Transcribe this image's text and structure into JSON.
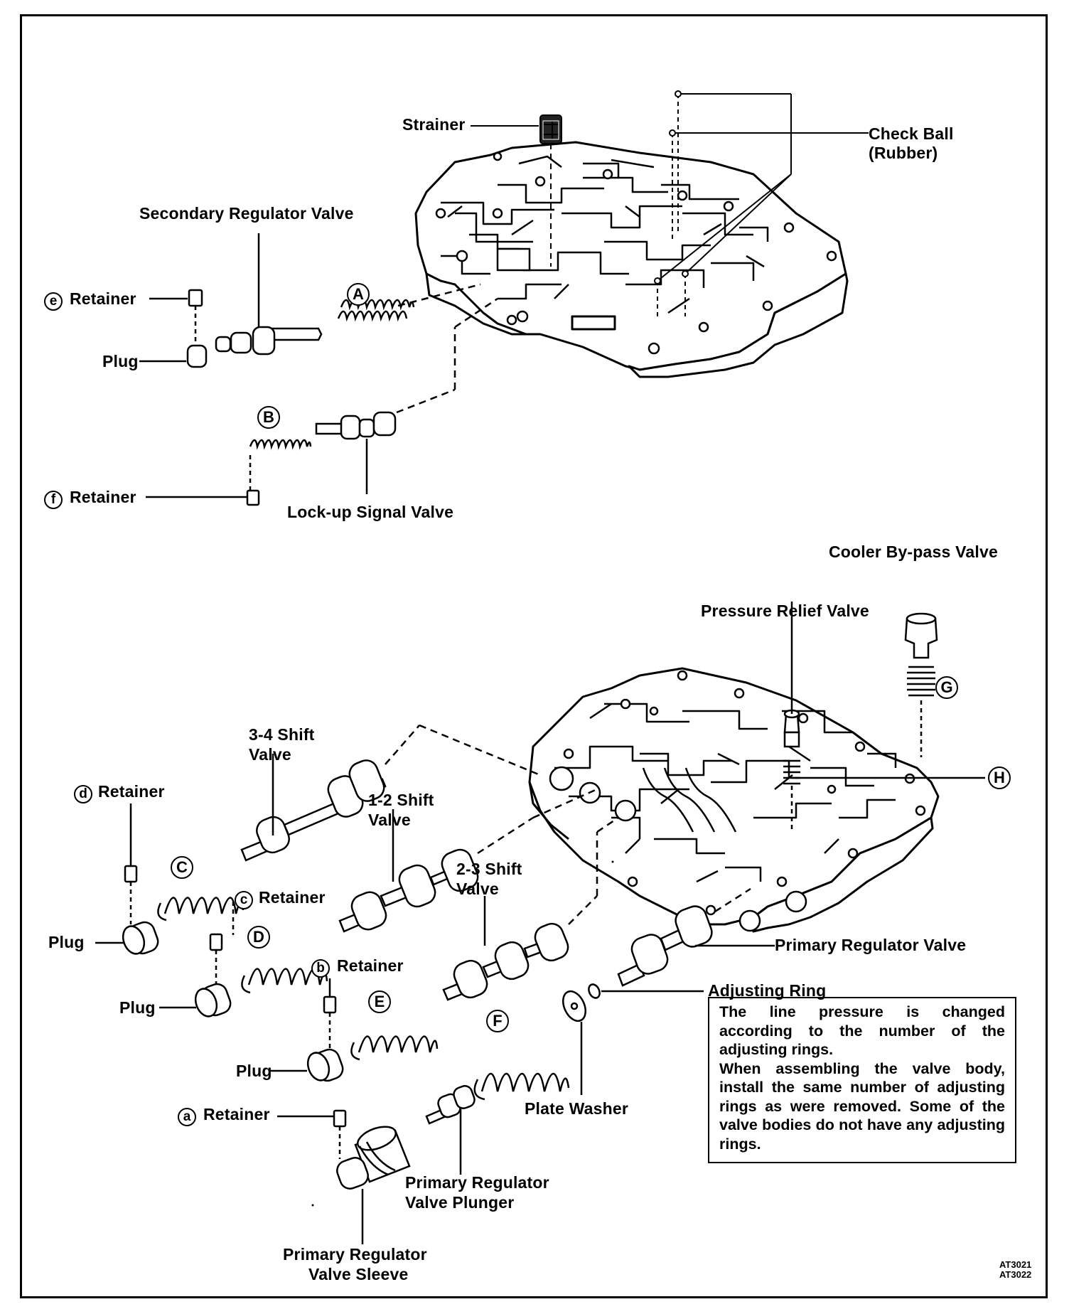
{
  "labels": {
    "strainer": "Strainer",
    "check_ball": "Check Ball",
    "check_ball_material": "(Rubber)",
    "secondary_regulator_valve": "Secondary Regulator Valve",
    "retainer_e": "Retainer",
    "plug_top": "Plug",
    "lockup_signal_valve": "Lock-up Signal Valve",
    "retainer_f": "Retainer",
    "cooler_bypass_valve": "Cooler By-pass Valve",
    "pressure_relief_valve": "Pressure Relief Valve",
    "shift_34_line1": "3-4 Shift",
    "shift_34_line2": "Valve",
    "shift_12_line1": "1-2 Shift",
    "shift_12_line2": "Valve",
    "shift_23_line1": "2-3 Shift",
    "shift_23_line2": "Valve",
    "retainer_d": "Retainer",
    "retainer_c": "Retainer",
    "retainer_b": "Retainer",
    "retainer_a": "Retainer",
    "plug_d": "Plug",
    "plug_c": "Plug",
    "plug_b": "Plug",
    "primary_regulator_valve": "Primary Regulator Valve",
    "adjusting_ring": "Adjusting Ring",
    "plate_washer": "Plate Washer",
    "primary_regulator_plunger_line1": "Primary Regulator",
    "primary_regulator_plunger_line2": "Valve Plunger",
    "primary_regulator_sleeve_line1": "Primary Regulator",
    "primary_regulator_sleeve_line2": "Valve Sleeve"
  },
  "markers": {
    "A": "A",
    "B": "B",
    "C": "C",
    "D": "D",
    "E": "E",
    "F": "F",
    "G": "G",
    "H": "H",
    "a": "a",
    "b": "b",
    "c": "c",
    "d": "d",
    "e": "e",
    "f": "f"
  },
  "note": {
    "line1": "The line pressure is changed according to the number of the adjusting rings.",
    "line2": "When assembling the valve body, install the same number of adjusting rings as were removed. Some of the valve bodies do not have any adjusting rings."
  },
  "figure_codes": [
    "AT3021",
    "AT3022"
  ]
}
